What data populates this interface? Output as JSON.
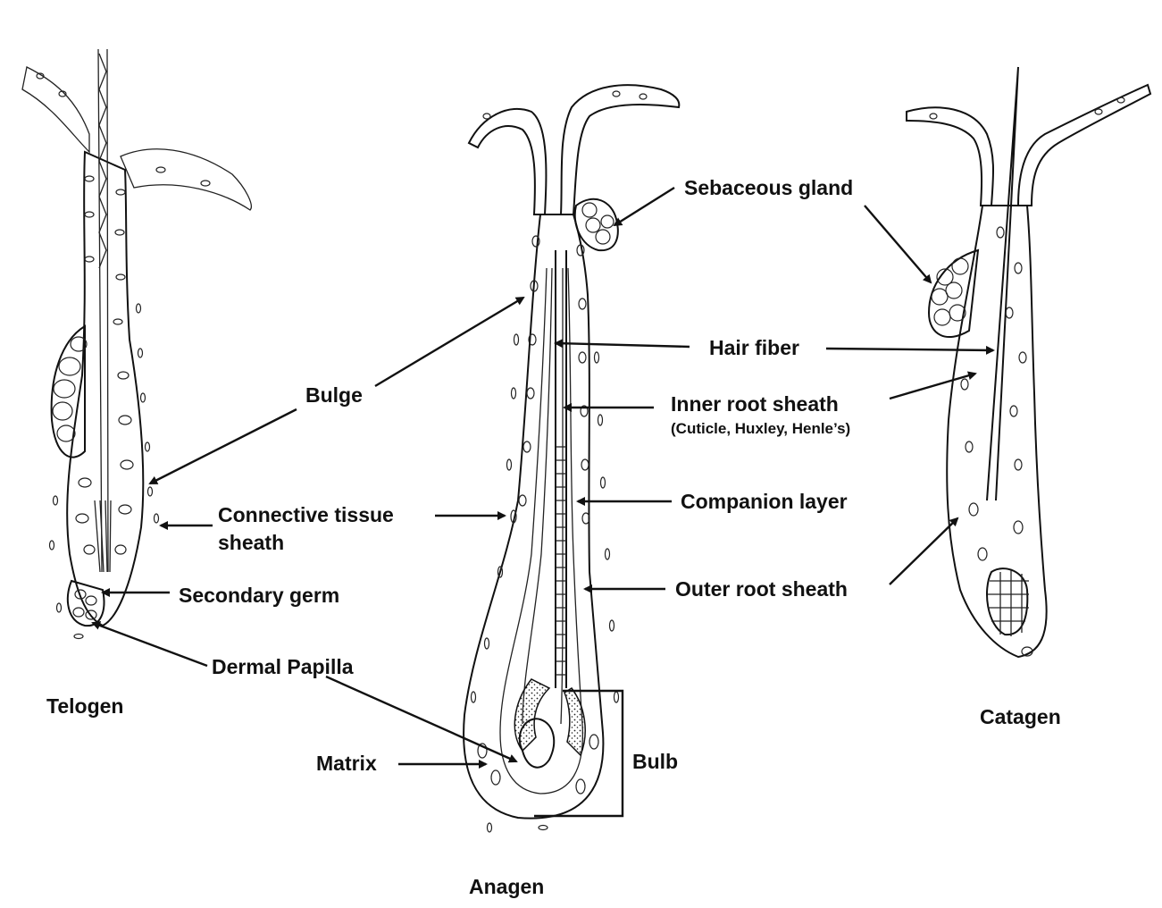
{
  "stages": {
    "telogen": "Telogen",
    "anagen": "Anagen",
    "catagen": "Catagen"
  },
  "labels": {
    "sebaceous_gland": "Sebaceous gland",
    "hair_fiber": "Hair fiber",
    "inner_root_sheath": "Inner root sheath",
    "inner_root_sheath_sub": "(Cuticle, Huxley, Henle’s)",
    "companion_layer": "Companion layer",
    "outer_root_sheath": "Outer root sheath",
    "bulge": "Bulge",
    "connective_tissue_sheath_line1": "Connective tissue",
    "connective_tissue_sheath_line2": "sheath",
    "secondary_germ": "Secondary germ",
    "dermal_papilla": "Dermal Papilla",
    "matrix": "Matrix",
    "bulb": "Bulb"
  },
  "colors": {
    "ink": "#111111",
    "background": "#ffffff"
  }
}
